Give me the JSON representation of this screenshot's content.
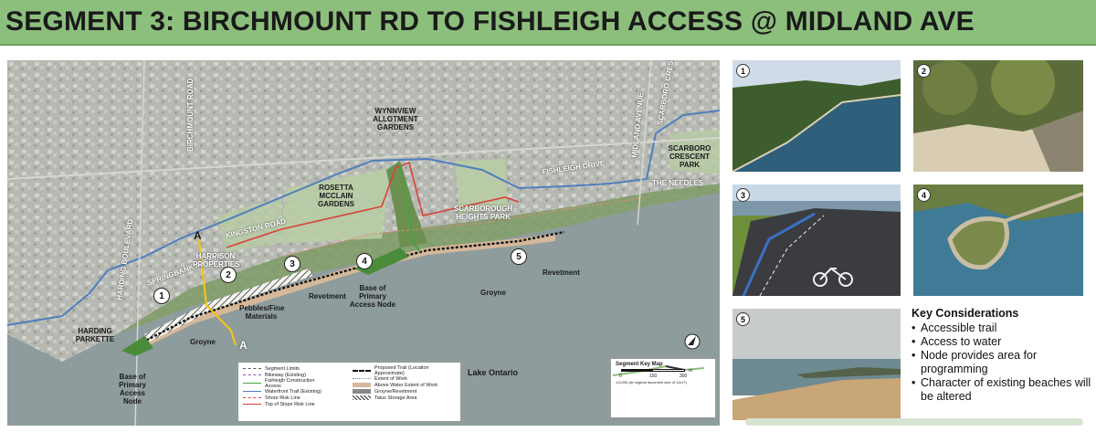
{
  "title": "SEGMENT 3: BIRCHMOUNT RD TO FISHLEIGH ACCESS @ MIDLAND AVE",
  "map": {
    "labels": {
      "birchmount": "BIRCHMOUNT ROAD",
      "harding_blvd": "HARDING BOULEVARD",
      "kingston": "KINGSTON ROAD",
      "springbank": "SPRINGBANK AVENUE",
      "wynnview": "WYNNVIEW ALLOTMENT GARDENS",
      "rosetta": "ROSETTA MCCLAIN GARDENS",
      "scarborough_heights": "SCARBOROUGH HEIGHTS PARK",
      "fishleigh": "FISHLEIGH DRIVE",
      "midland": "MIDLAND AVENUE",
      "scarboro_cres": "SCARBORO CRESC",
      "scarboro_park": "SCARBORO CRESCENT PARK",
      "needles": "THE NEEDLES",
      "harrison": "HARRISON PROPERTIES",
      "revetment1": "Revetment",
      "revetment2": "Revetment",
      "base_primary1": "Base of Primary Access Node",
      "base_primary2": "Base of Primary Access Node",
      "groyne1": "Groyne",
      "groyne2": "Groyne",
      "pebbles": "Pebbles/Fine Materials",
      "harding_parkette": "HARDING PARKETTE",
      "lake": "Lake Ontario",
      "section_a_top": "A",
      "section_a_bottom": "A"
    },
    "nodes": [
      "1",
      "2",
      "3",
      "4",
      "5"
    ],
    "legend": {
      "left": [
        "Segment Limits",
        "Bikeway (Existing)",
        "Fishleigh Construction Access",
        "Waterfront Trail (Existing)",
        "Shore Risk Line",
        "Top of Slope Risk Line"
      ],
      "right": [
        "Proposed Trail (Location Approximate)",
        "Extent of Work",
        "Above Water Extent of Work",
        "Groyne/Revetment",
        "Talus Storage Area"
      ]
    },
    "keymap": {
      "title": "Segment Key Map",
      "scale_ticks": [
        "0",
        "150",
        "300"
      ],
      "scale_unit": "m",
      "scale_note": "1:6,000 (At original document size of 11x17)"
    },
    "colors": {
      "water": "#8e9c9d",
      "land": "#b4b7b0",
      "green": "#9dbd84",
      "trail_blue": "#4f7fbd",
      "risk_red": "#d8423a",
      "section_yellow": "#f2c21a"
    }
  },
  "photos": [
    "1",
    "2",
    "3",
    "4",
    "5"
  ],
  "key_considerations": {
    "title": "Key Considerations",
    "items": [
      "Accessible trail",
      "Access to water",
      "Node provides area for programming",
      "Character of existing beaches will be altered"
    ]
  }
}
